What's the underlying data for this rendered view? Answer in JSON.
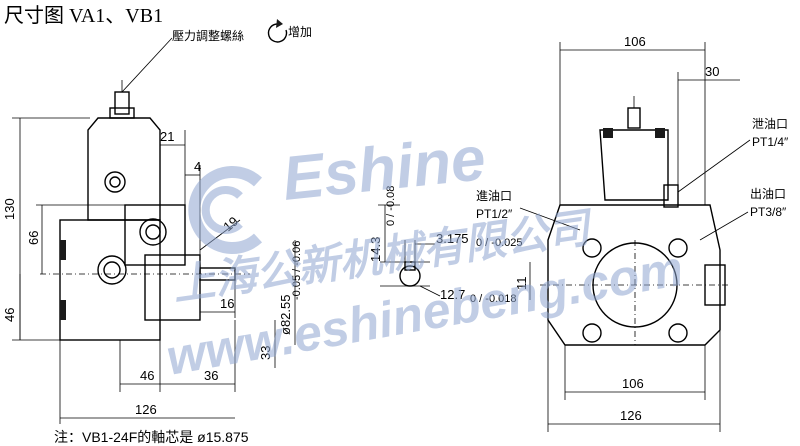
{
  "title": "尺寸图 VA1、VB1",
  "labels": {
    "pressure_screw": "壓力調整螺絲",
    "increase": "增加",
    "drain_port": "泄油口",
    "drain_pt": "PT1/4″",
    "inlet_port": "進油口",
    "inlet_pt": "PT1/2″",
    "outlet_port": "出油口",
    "outlet_pt": "PT3/8″"
  },
  "dimensions": {
    "d130": "130",
    "d66": "66",
    "d46v": "46",
    "d21": "21",
    "d4": "4",
    "d19": "19",
    "d16": "16",
    "d46h": "46",
    "d36": "36",
    "d126_left": "126",
    "d33": "33",
    "d82": "ø82.55",
    "d82_tol": "-0.05 / -0.06",
    "d14": "14.3",
    "d14_tol": "0 / -0.08",
    "d3175": "3.175",
    "d3175_tol": "0 / -0.025",
    "d127": "12.7",
    "d127_tol": "0 / -0.018",
    "d106_top": "106",
    "d30": "30",
    "d11": "11",
    "d106_bottom": "106",
    "d126_right": "126"
  },
  "note": "注：VB1-24F的軸芯是 ø15.875",
  "watermark": {
    "brand": "Eshine",
    "company": "上海公新机械有限公司",
    "url": "www.eshinebeng.com",
    "color": "#8fa6d0"
  }
}
